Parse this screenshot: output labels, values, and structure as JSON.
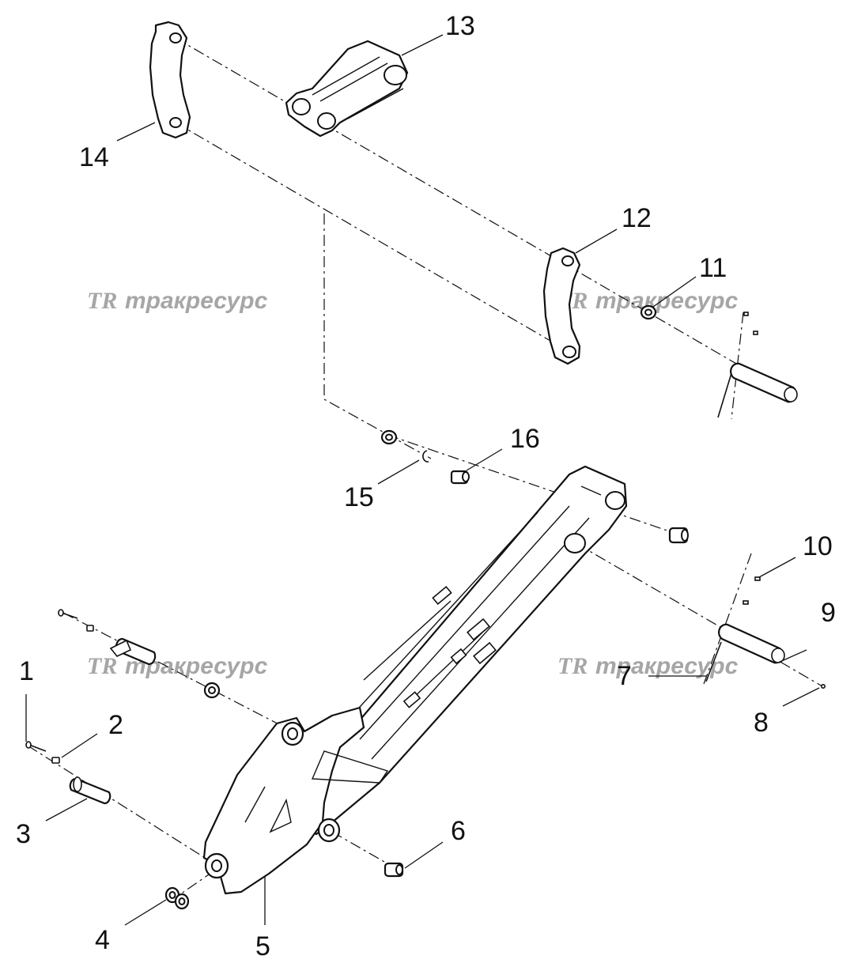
{
  "diagram": {
    "callouts": [
      "1",
      "2",
      "3",
      "4",
      "5",
      "6",
      "7",
      "8",
      "9",
      "10",
      "11",
      "12",
      "13",
      "14",
      "15",
      "16"
    ],
    "watermarks": [
      {
        "logo": "TR",
        "text": "тракресурс"
      },
      {
        "logo": "TR",
        "text": "тракресурс"
      },
      {
        "logo": "TR",
        "text": "тракресурс"
      },
      {
        "logo": "TR",
        "text": "тракресурс"
      }
    ]
  }
}
